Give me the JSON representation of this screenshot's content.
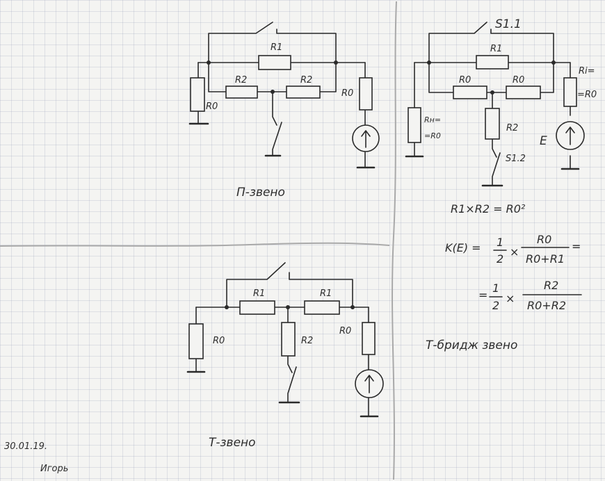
{
  "labels": {
    "p_r1": "R1",
    "p_r2a": "R2",
    "p_r2b": "R2",
    "p_r0_left": "R0",
    "p_r0_right": "R0",
    "p_title": "П-звено",
    "b_switch": "S1.1",
    "b_r1": "R1",
    "b_r0a": "R0",
    "b_r0b": "R0",
    "b_ri": "Ri=",
    "b_ri_val": "=R0",
    "b_rn": "Rн=",
    "b_rn_val": "=R0",
    "b_r2": "R2",
    "b_switch2": "S1.2",
    "b_e": "E",
    "t_r1a": "R1",
    "t_r1b": "R1",
    "t_r0_left": "R0",
    "t_r2": "R2",
    "t_r0_right": "R0",
    "t_title": "Т-звено",
    "b_title": "Т-бридж звено"
  },
  "equations": {
    "eq1": "R1×R2 = R0²",
    "k": "K(E) = ",
    "half": "1",
    "half_den": "2",
    "frac1_num": "R0",
    "frac1_den": "R0+R1",
    "frac2_num": "R2",
    "frac2_den": "R0+R2"
  },
  "footer": {
    "date": "30.01.19.",
    "author": "Игорь"
  }
}
